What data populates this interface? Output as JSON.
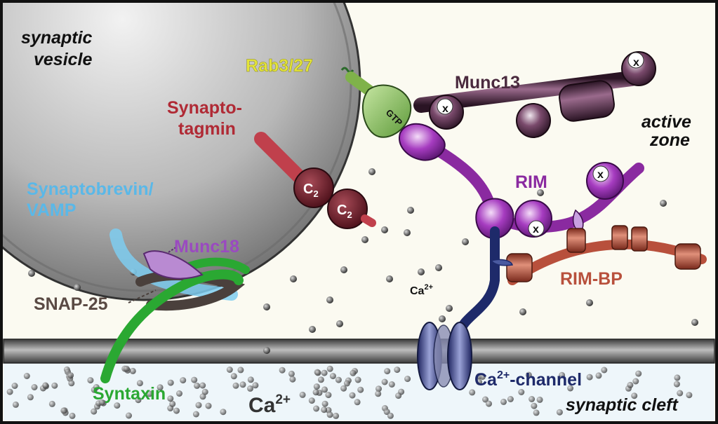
{
  "labels": {
    "vesicle_line1": "synaptic",
    "vesicle_line2": "vesicle",
    "rab": "Rab3/27",
    "gtp": "GTP",
    "munc13": "Munc13",
    "active_zone_line1": "active",
    "active_zone_line2": "zone",
    "synaptotagmin_line1": "Synapto-",
    "synaptotagmin_line2": "tagmin",
    "c2_a": "C",
    "c2_a_sub": "2",
    "c2_b": "C",
    "c2_b_sub": "2",
    "rim": "RIM",
    "synaptobrevin_line1": "Synaptobrevin/",
    "synaptobrevin_line2": "VAMP",
    "munc18": "Munc18",
    "snap25": "SNAP-25",
    "rim_bp": "RIM-BP",
    "ca_intra": "Ca",
    "ca_intra_sup": "2+",
    "ca_channel": "Ca",
    "ca_channel_sup": "2+",
    "ca_channel_suffix": "-channel",
    "syntaxin": "Syntaxin",
    "ca_cleft": "Ca",
    "ca_cleft_sup": "2+",
    "synaptic_cleft": "synaptic cleft",
    "x_mark": "x"
  },
  "colors": {
    "vesicle": "#8a8a8a",
    "rab": "#7fb24a",
    "rab_label": "#e8e84a",
    "munc13": "#4a2a3e",
    "synaptotagmin": "#b02a35",
    "rim": "#8a2aa0",
    "synaptobrevin": "#6cc0e8",
    "munc18": "#b98ad2",
    "snap25": "#5a4a44",
    "rim_bp": "#b8503c",
    "ca_channel": "#1e2a6a",
    "syntaxin": "#2aa832",
    "membrane": "#6a6a6a"
  }
}
